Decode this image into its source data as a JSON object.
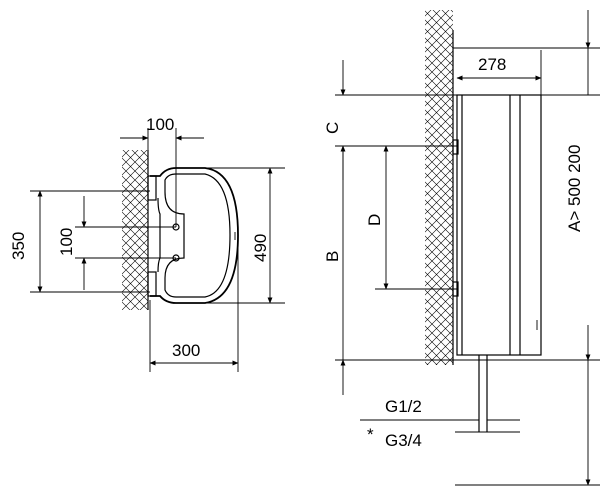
{
  "top_view": {
    "dim_wall_offset": "100",
    "dim_bracket_span": "350",
    "dim_bracket_pitch": "100",
    "dim_height": "490",
    "dim_depth": "300"
  },
  "side_view": {
    "dim_depth": "278",
    "dim_clearance": "A> 500 200",
    "label_b": "B",
    "label_c": "C",
    "label_d": "D",
    "pipe_main": "G1/2",
    "pipe_alt_marker": "*",
    "pipe_alt": "G3/4"
  },
  "colors": {
    "line": "#000000",
    "background": "#ffffff"
  }
}
